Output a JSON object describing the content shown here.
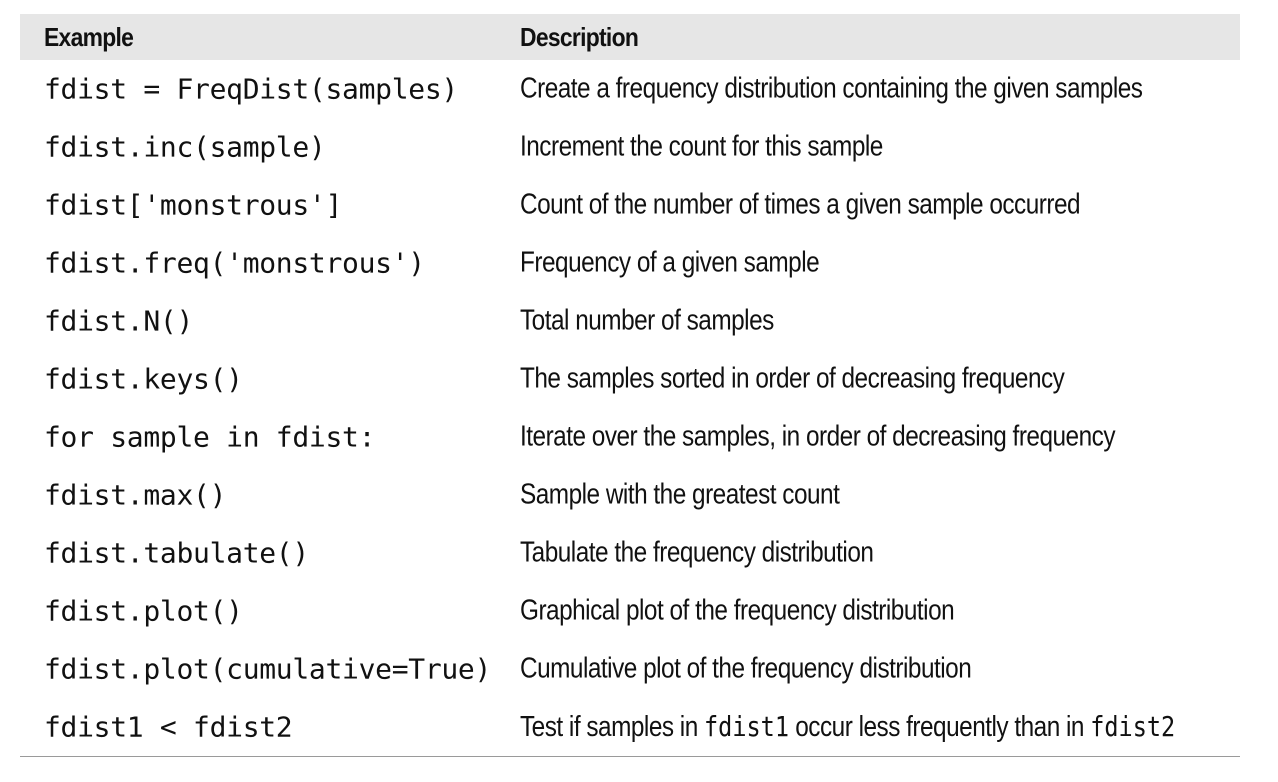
{
  "table": {
    "headers": {
      "example": "Example",
      "description": "Description"
    },
    "rows": [
      {
        "example": "fdist = FreqDist(samples)",
        "description": "Create a frequency distribution containing the given samples"
      },
      {
        "example": "fdist.inc(sample)",
        "description": "Increment the count for this sample"
      },
      {
        "example": "fdist['monstrous']",
        "description": "Count of the number of times a given sample occurred"
      },
      {
        "example": "fdist.freq('monstrous')",
        "description": "Frequency of a given sample"
      },
      {
        "example": "fdist.N()",
        "description": "Total number of samples"
      },
      {
        "example": "fdist.keys()",
        "description": "The samples sorted in order of decreasing frequency"
      },
      {
        "example": "for sample in fdist:",
        "description": "Iterate over the samples, in order of decreasing frequency"
      },
      {
        "example": "fdist.max()",
        "description": "Sample with the greatest count"
      },
      {
        "example": "fdist.tabulate()",
        "description": "Tabulate the frequency distribution"
      },
      {
        "example": "fdist.plot()",
        "description": "Graphical plot of the frequency distribution"
      },
      {
        "example": "fdist.plot(cumulative=True)",
        "description": "Cumulative plot of the frequency distribution"
      },
      {
        "example": "fdist1 < fdist2",
        "description_parts": [
          {
            "text": "Test if samples in ",
            "mono": false
          },
          {
            "text": "fdist1",
            "mono": true
          },
          {
            "text": " occur less frequently than in ",
            "mono": false
          },
          {
            "text": "fdist2",
            "mono": true
          }
        ]
      }
    ]
  }
}
